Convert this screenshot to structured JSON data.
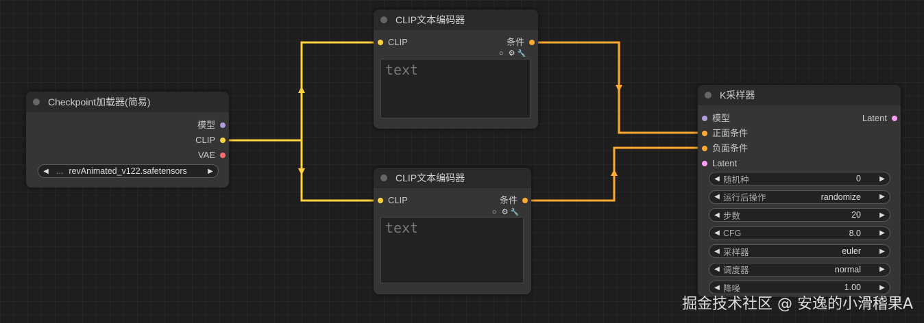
{
  "nodes": {
    "checkpoint": {
      "title": "Checkpoint加载器(简易)",
      "outputs": [
        "模型",
        "CLIP",
        "VAE"
      ],
      "ckpt_name": "revAnimated_v122.safetensors",
      "ckpt_prefix": "..."
    },
    "clip_encode_1": {
      "title": "CLIP文本编码器",
      "input": "CLIP",
      "output": "条件",
      "text": "text"
    },
    "clip_encode_2": {
      "title": "CLIP文本编码器",
      "input": "CLIP",
      "output": "条件",
      "text": "text"
    },
    "ksampler": {
      "title": "K采样器",
      "inputs": [
        "模型",
        "正面条件",
        "负面条件",
        "Latent"
      ],
      "output": "Latent",
      "widgets": [
        {
          "label": "随机种",
          "value": "0"
        },
        {
          "label": "运行后操作",
          "value": "randomize"
        },
        {
          "label": "步数",
          "value": "20"
        },
        {
          "label": "CFG",
          "value": "8.0"
        },
        {
          "label": "采样器",
          "value": "euler"
        },
        {
          "label": "调度器",
          "value": "normal"
        },
        {
          "label": "降噪",
          "value": "1.00"
        }
      ]
    }
  },
  "icons": {
    "circle": "○",
    "gear": "⚙",
    "settings": "🔧",
    "left_arrow": "◀",
    "right_arrow": "▶"
  },
  "colors": {
    "model": "#b39ddb",
    "clip": "#ffd23f",
    "vae": "#ff6e6e",
    "conditioning": "#ffa931",
    "latent": "#ff9cf9",
    "link_clip": "#ffd23f",
    "link_cond": "#ffa931"
  },
  "watermark": "掘金技术社区 @ 安逸的小滑稽果A"
}
